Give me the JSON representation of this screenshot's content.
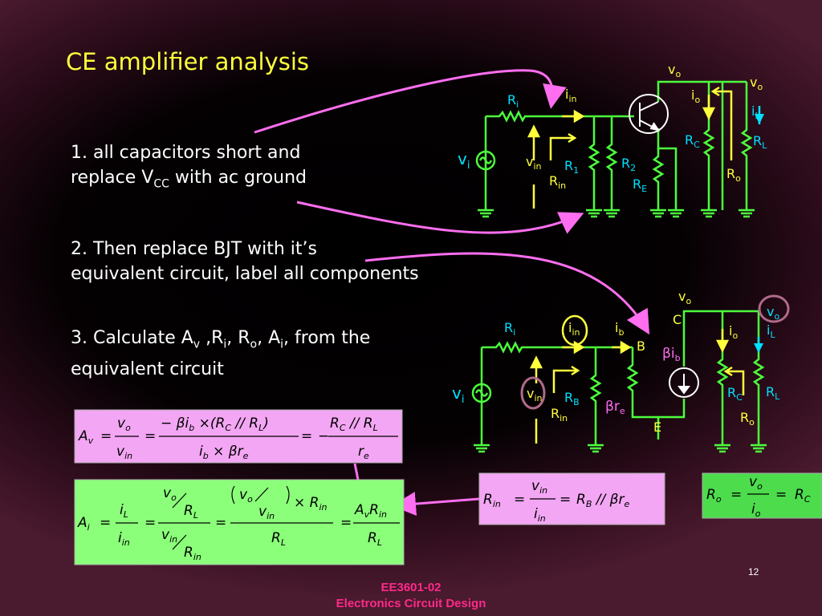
{
  "slide": {
    "title": "CE amplifier analysis",
    "step1": {
      "line1": "1. all capacitors short and",
      "line2_a": "replace V",
      "line2_sub": "CC",
      "line2_b": " with ac ground"
    },
    "step2": {
      "line1": "2. Then replace BJT with it’s",
      "line2": "equivalent circuit, label all components"
    },
    "step3": {
      "line1_a": "3. Calculate A",
      "s1": "v",
      "line1_b": " ,R",
      "s2": "i",
      "line1_c": ", R",
      "s3": "o",
      "line1_d": ", A",
      "s4": "i",
      "line1_e": ", from the",
      "line2": "equivalent circuit"
    },
    "page_number": "12",
    "footer_line1": "EE3601-02",
    "footer_line2": "Electronics Circuit Design"
  },
  "circuit_top": {
    "v": "v",
    "o": "o",
    "i": "i",
    "in": "in",
    "L": "L",
    "C": "C",
    "E": "E",
    "R": "R",
    "sub1": "1",
    "sub2": "2"
  },
  "circuit_bottom": {
    "v": "v",
    "o": "o",
    "i": "i",
    "in": "in",
    "b": "b",
    "B": "B",
    "C": "C",
    "E": "E",
    "L": "L",
    "R": "R",
    "beta": "β",
    "r": "r",
    "e": "e"
  },
  "equations": {
    "av": {
      "A": "A",
      "v_sub": "v",
      "eq": "=",
      "vo": "v",
      "o": "o",
      "vin": "v",
      "in": "in",
      "num2": "− βi",
      "b": "b",
      "times": " ×",
      "rc": "(R",
      "C": "C",
      "par": " // R",
      "L": "L",
      "close": ")",
      "den2_a": "i",
      "den2_b": " × βr",
      "e": "e",
      "neg": "−",
      "num3_a": "R",
      "num3_b": " // R",
      "den3": "r"
    },
    "ai": {
      "A": "A",
      "i_sub": "i",
      "eq": "=",
      "iL": "i",
      "L": "L",
      "iin": "i",
      "in": "in",
      "vo": "v",
      "o": "o",
      "R": "R",
      "vin": "v",
      "times": "× R",
      "AvR": "A",
      "v": "v",
      "R2": "R"
    },
    "rin": {
      "R": "R",
      "in": "in",
      "eq": "=",
      "v": "v",
      "i": "i",
      "B": "B",
      "par": " //  βr",
      "e": "e"
    },
    "ro": {
      "R": "R",
      "o": "o",
      "eq": "=",
      "v": "v",
      "i": "i",
      "C": "C"
    }
  },
  "colors": {
    "title": "#ffff3c",
    "wire": "#4cff3c",
    "label": "#00e0ff",
    "arrow": "#ffff3c",
    "magenta": "#ff6ef0",
    "av_box": "#f3a6f3",
    "ai_box": "#8bff7a",
    "rin_box": "#f3a6f3",
    "ro_box": "#4cdc4c",
    "footer": "#ff2a8a"
  }
}
